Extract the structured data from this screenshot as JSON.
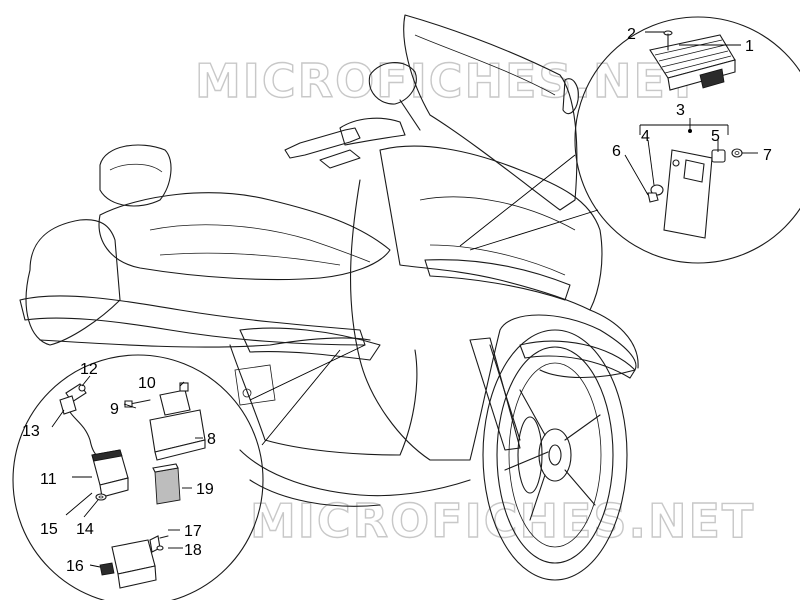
{
  "watermark": "MICROFICHES.NET",
  "callouts": [
    "1",
    "2",
    "3",
    "4",
    "5",
    "6",
    "7",
    "8",
    "9",
    "10",
    "11",
    "12",
    "13",
    "14",
    "15",
    "16",
    "17",
    "18",
    "19"
  ]
}
